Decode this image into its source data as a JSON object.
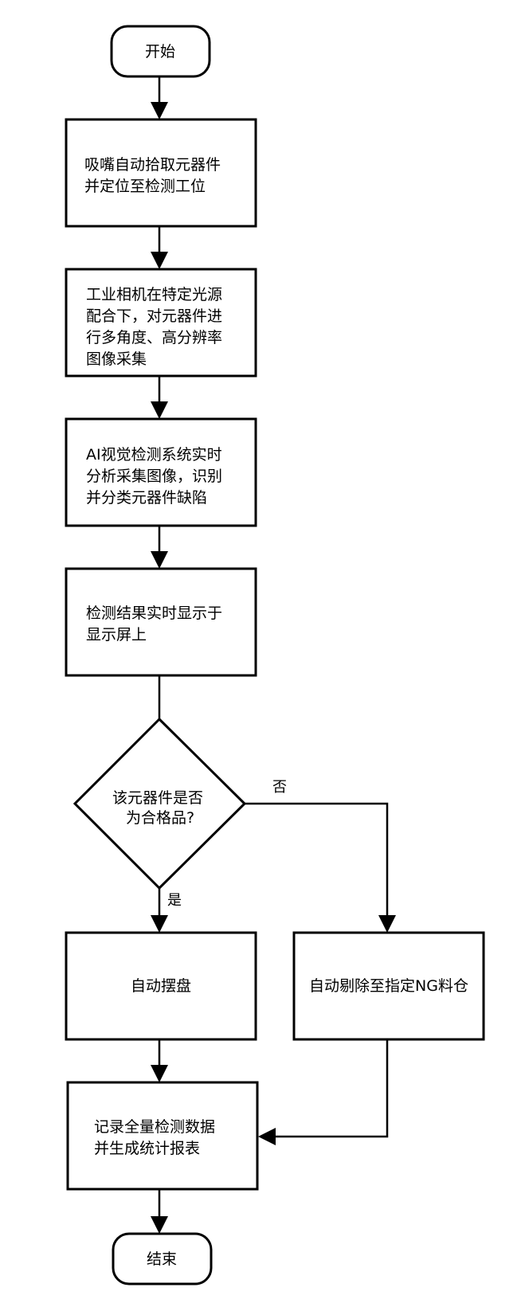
{
  "flowchart": {
    "start": "开始",
    "step1": [
      "吸嘴自动拾取元器件",
      "并定位至检测工位"
    ],
    "step2": [
      "工业相机在特定光源",
      "配合下，对元器件进",
      "行多角度、高分辨率",
      "图像采集"
    ],
    "step3": [
      "AI视觉检测系统实时",
      "分析采集图像，识别",
      "并分类元器件缺陷"
    ],
    "step4": [
      "检测结果实时显示于",
      "显示屏上"
    ],
    "decision": [
      "该元器件是否",
      "为合格品?"
    ],
    "yes_label": "是",
    "no_label": "否",
    "yes_action": "自动摆盘",
    "no_action": "自动剔除至指定NG料仓",
    "record": [
      "记录全量检测数据",
      "并生成统计报表"
    ],
    "end": "结束"
  }
}
